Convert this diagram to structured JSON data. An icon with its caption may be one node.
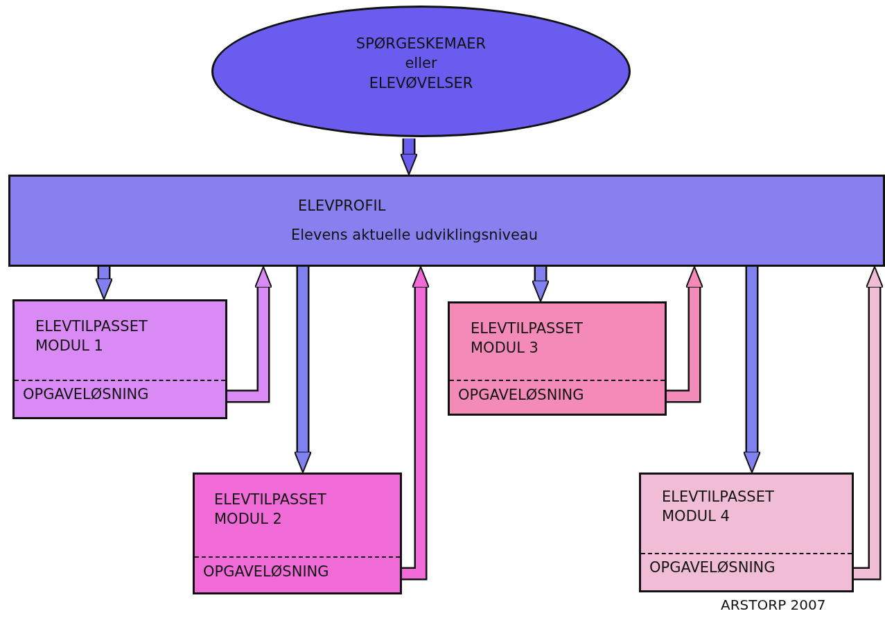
{
  "diagram": {
    "nodes": [
      {
        "text": [
          "SPØRGESKEMAER eller ELEVØVELSER"
        ]
      },
      {
        "text": [
          "ELEVPROFIL",
          "Elevens aktuelle udviklingsniveau"
        ]
      },
      {
        "text": [
          "ELEVTILPASSET MODUL 1",
          "OPGAVELØSNING"
        ]
      },
      {
        "text": [
          "ELEVTILPASSET MODUL 2",
          "OPGAVELØSNING"
        ]
      },
      {
        "text": [
          "ELEVTILPASSET MODUL 3",
          "OPGAVELØSNING"
        ]
      },
      {
        "text": [
          "ELEVTILPASSET MODUL 4",
          "OPGAVELØSNING"
        ]
      }
    ],
    "edges": [
      {
        "from": 0,
        "to": 1,
        "arrow": "to",
        "color": "#6b5cf0"
      },
      {
        "from": 1,
        "to": 2,
        "arrow": "to"
      },
      {
        "from": 1,
        "to": 3,
        "arrow": "to"
      },
      {
        "from": 1,
        "to": 4,
        "arrow": "to"
      },
      {
        "from": 1,
        "to": 5,
        "arrow": "to"
      },
      {
        "from": 2,
        "to": 1,
        "arrow": "to",
        "color": "#d98af5"
      },
      {
        "from": 3,
        "to": 1,
        "arrow": "to",
        "color": "#f06ad8"
      },
      {
        "from": 4,
        "to": 1,
        "arrow": "to",
        "color": "#f48ab8"
      },
      {
        "from": 5,
        "to": 1,
        "arrow": "to",
        "color": "#f0bcd6"
      }
    ],
    "labels": [
      "ARSTORP 2007"
    ]
  }
}
